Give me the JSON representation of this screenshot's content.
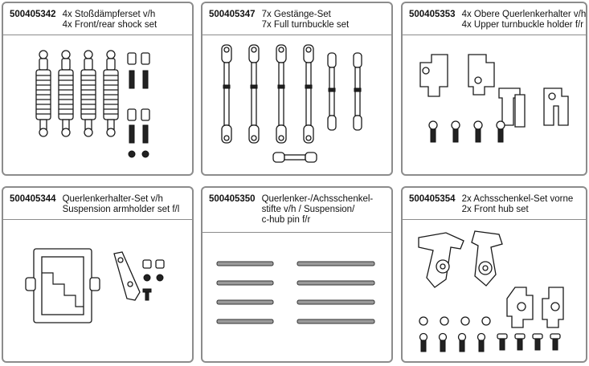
{
  "cards": [
    {
      "part_number": "500405342",
      "desc_line1": "4x Stoßdämpferset v/h",
      "desc_line2": "4x Front/rear shock set",
      "illustration": "shock-absorbers-illustration"
    },
    {
      "part_number": "500405347",
      "desc_line1": "7x Gestänge-Set",
      "desc_line2": "7x Full turnbuckle set",
      "illustration": "turnbuckles-illustration"
    },
    {
      "part_number": "500405353",
      "desc_line1": "4x Obere Querlenkerhalter v/h",
      "desc_line2": "4x Upper turnbuckle holder f/r",
      "illustration": "upper-holders-illustration"
    },
    {
      "part_number": "500405344",
      "desc_line1": "Querlenkerhalter-Set v/h",
      "desc_line2": "Suspension armholder set f/l",
      "illustration": "armholder-illustration"
    },
    {
      "part_number": "500405350",
      "desc_line1": "Querlenker-/Achsschenkel-",
      "desc_line2": "stifte v/h / Suspension/",
      "desc_line3": "c-hub pin f/r",
      "illustration": "hinge-pins-illustration"
    },
    {
      "part_number": "500405354",
      "desc_line1": "2x Achsschenkel-Set vorne",
      "desc_line2": "2x Front hub set",
      "illustration": "front-hubs-illustration"
    }
  ]
}
